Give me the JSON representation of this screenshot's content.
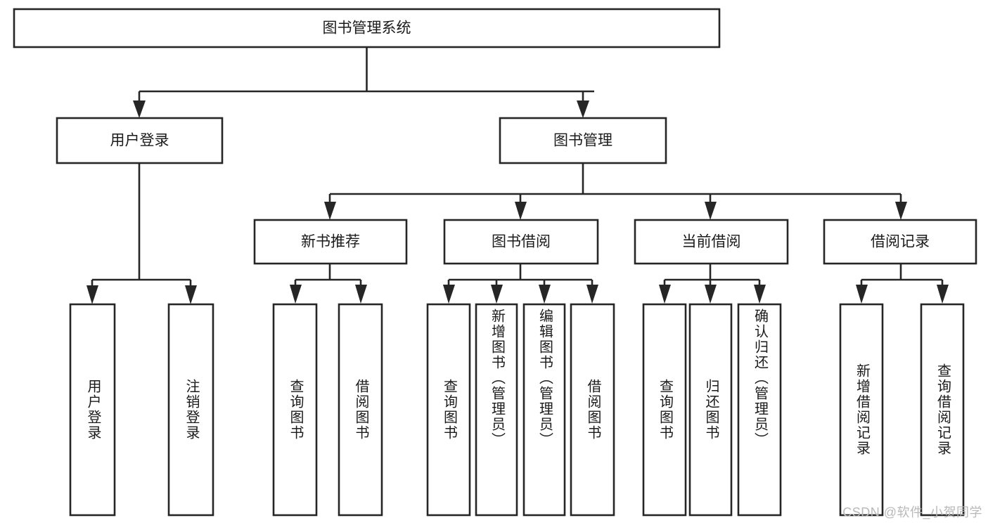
{
  "diagram": {
    "title": "图书管理系统",
    "type": "tree",
    "watermark": "CSDN @软件_小贺同学",
    "colors": {
      "stroke": "#262626",
      "fill": "#ffffff",
      "text": "#1b1b1b",
      "watermark": "#b9b9b9"
    },
    "root": {
      "label": "图书管理系统"
    },
    "level2": [
      {
        "label": "用户登录"
      },
      {
        "label": "图书管理"
      }
    ],
    "level3": [
      {
        "label": "新书推荐"
      },
      {
        "label": "图书借阅"
      },
      {
        "label": "当前借阅"
      },
      {
        "label": "借阅记录"
      }
    ],
    "leaves": [
      {
        "label": "用户登录",
        "parent": "用户登录"
      },
      {
        "label": "注销登录",
        "parent": "用户登录"
      },
      {
        "label": "查询图书",
        "parent": "新书推荐"
      },
      {
        "label": "借阅图书",
        "parent": "新书推荐"
      },
      {
        "label": "查询图书",
        "parent": "图书借阅"
      },
      {
        "label": "新增图书（管理员）",
        "parent": "图书借阅"
      },
      {
        "label": "编辑图书（管理员）",
        "parent": "图书借阅"
      },
      {
        "label": "借阅图书",
        "parent": "图书借阅"
      },
      {
        "label": "查询图书",
        "parent": "当前借阅"
      },
      {
        "label": "归还图书",
        "parent": "当前借阅"
      },
      {
        "label": "确认归还（管理员）",
        "parent": "当前借阅"
      },
      {
        "label": "新增借阅记录",
        "parent": "借阅记录"
      },
      {
        "label": "查询借阅记录",
        "parent": "借阅记录"
      }
    ]
  }
}
